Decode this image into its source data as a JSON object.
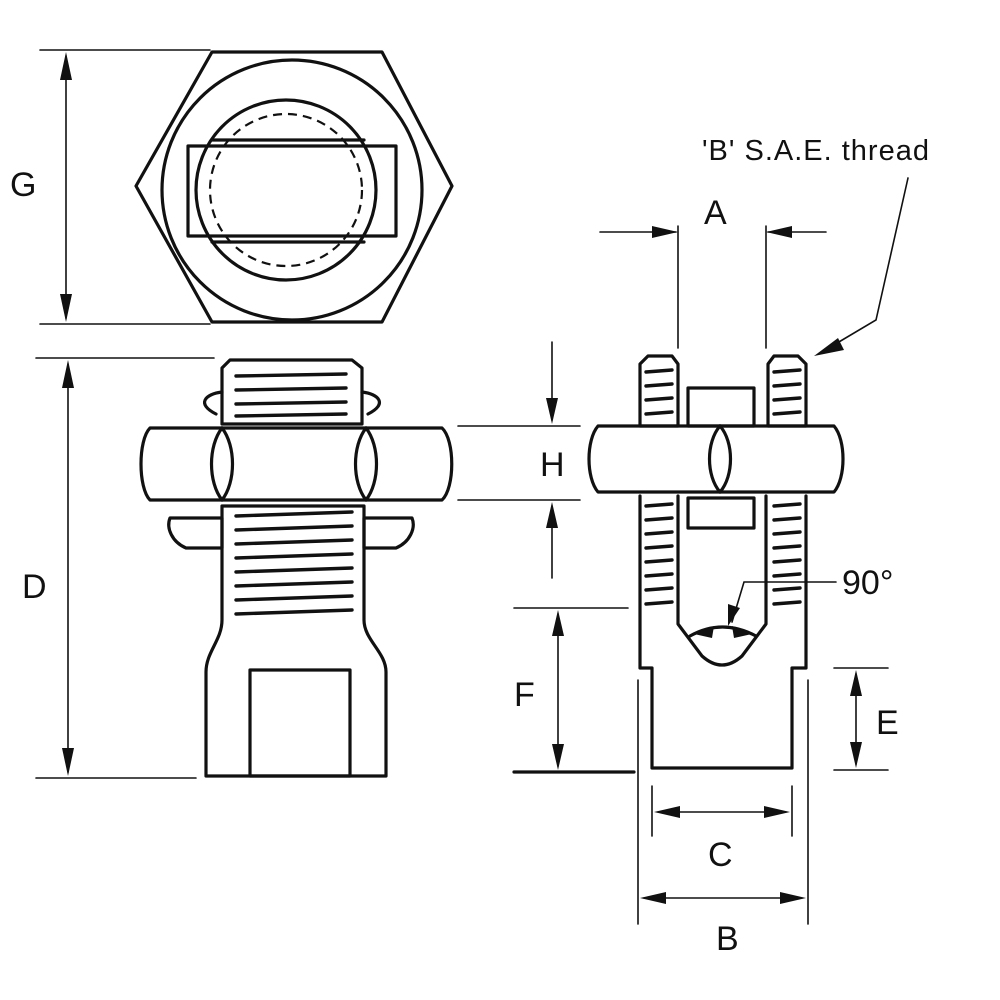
{
  "diagram": {
    "labels": {
      "A": "A",
      "B": "B",
      "C": "C",
      "D": "D",
      "E": "E",
      "F": "F",
      "G": "G",
      "H": "H"
    },
    "thread_note": "'B' S.A.E. thread",
    "angle_note": "90°"
  }
}
